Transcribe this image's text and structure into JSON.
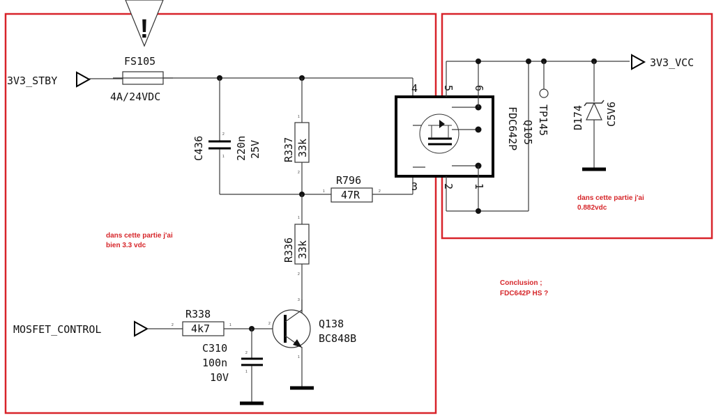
{
  "nets": {
    "input": "3V3_STBY",
    "output": "3V3_VCC",
    "control": "MOSFET_CONTROL"
  },
  "fuse": {
    "ref": "FS105",
    "value": "4A/24VDC"
  },
  "capacitors": [
    {
      "ref": "C436",
      "value": "220n",
      "voltage": "25V"
    },
    {
      "ref": "C310",
      "value": "100n",
      "voltage": "10V"
    }
  ],
  "resistors": [
    {
      "ref": "R337",
      "value": "33k"
    },
    {
      "ref": "R796",
      "value": "47R"
    },
    {
      "ref": "R336",
      "value": "33k"
    },
    {
      "ref": "R338",
      "value": "4k7"
    }
  ],
  "mosfet": {
    "ref": "Q105",
    "value": "FDC642P",
    "pins": [
      "4",
      "5",
      "6",
      "3",
      "2",
      "1"
    ]
  },
  "transistor": {
    "ref": "Q138",
    "value": "BC848B"
  },
  "testpoint": {
    "ref": "TP145"
  },
  "diode": {
    "ref": "D174",
    "value": "C5V6"
  },
  "warning": {
    "symbol": "!"
  },
  "pin_numbers": {
    "one": "1",
    "two": "2",
    "three": "3"
  },
  "notes": {
    "left": [
      "dans cette partie j'ai",
      "bien 3.3 vdc"
    ],
    "right": [
      "dans cette partie j'ai",
      "0.882vdc"
    ],
    "conclusion": [
      "Conclusion ;",
      "FDC642P HS ?"
    ]
  },
  "colors": {
    "annotation": "#d8232a",
    "wire": "#3a3a3a"
  }
}
